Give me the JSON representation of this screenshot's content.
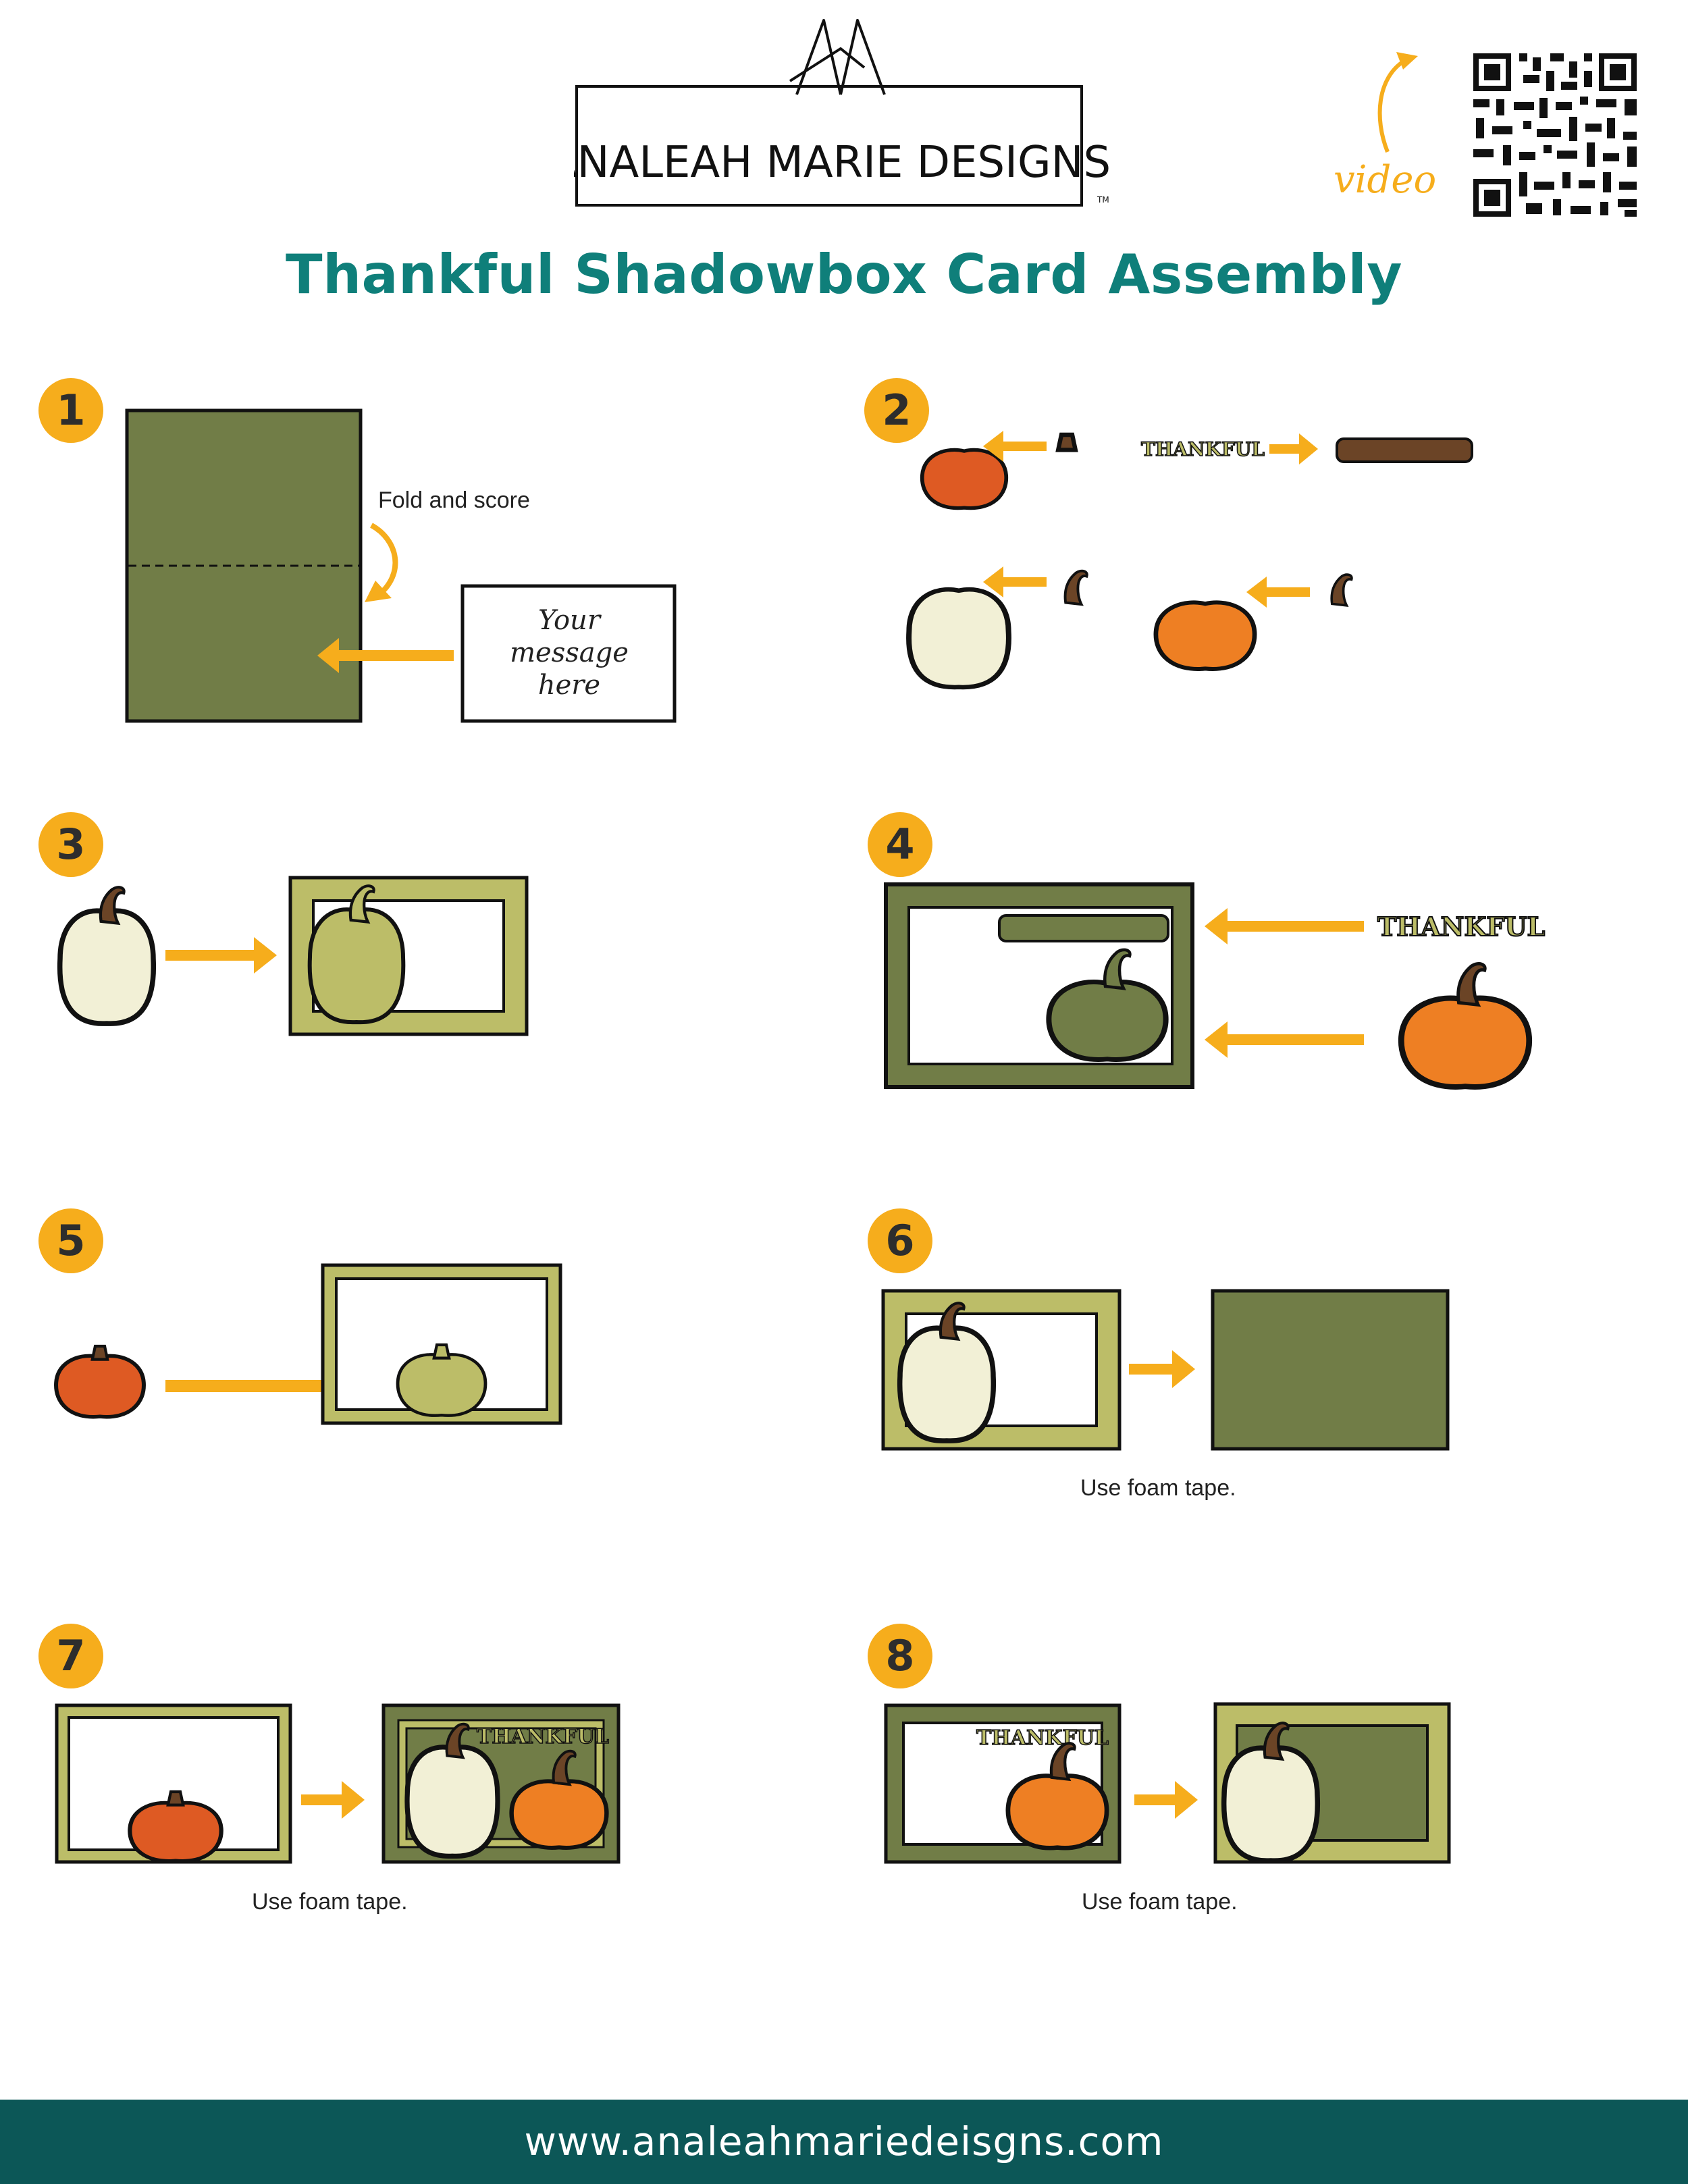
{
  "header": {
    "brand": "ANALEAH MARIE DESIGNS",
    "trademark": "TM",
    "video_label": "video"
  },
  "title": "Thankful Shadowbox Card Assembly",
  "steps": [
    {
      "number": "1",
      "caption": "Fold and score",
      "message_card": [
        "Your",
        "message",
        "here"
      ]
    },
    {
      "number": "2",
      "sentiment": "THANKFUL"
    },
    {
      "number": "3"
    },
    {
      "number": "4",
      "sentiment": "THANKFUL"
    },
    {
      "number": "5"
    },
    {
      "number": "6",
      "caption": "Use foam tape."
    },
    {
      "number": "7",
      "caption": "Use foam tape.",
      "sentiment": "THANKFUL"
    },
    {
      "number": "8",
      "caption": "Use foam tape.",
      "sentiment": "THANKFUL"
    }
  ],
  "footer": {
    "url": "www.analeahmariedeisgns.com"
  },
  "colors": {
    "teal_title": "#0f7f7a",
    "footer_bg": "#0c5757",
    "badge": "#f6ad1c",
    "arrow": "#f6ad1c",
    "dark_green": "#717d47",
    "light_green": "#bcbd68",
    "cream": "#f2f0d6",
    "orange": "#ee7f23",
    "red_orange": "#de5a23",
    "stem_brown": "#6b4426"
  }
}
